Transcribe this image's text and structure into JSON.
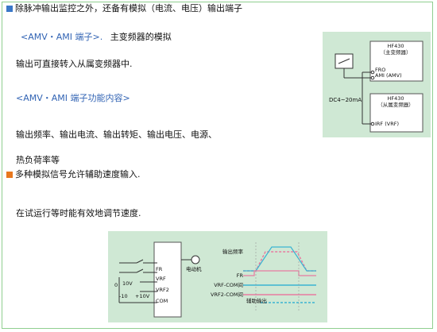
{
  "colors": {
    "bullet_blue": "#3a78c8",
    "bullet_orange": "#e8781e",
    "accent_blue": "#3264b4",
    "panel": "#cfe8d4",
    "wave_pink": "#e87aa0",
    "wave_cyan": "#3ab4d2"
  },
  "section1": {
    "heading": "除脉冲输出监控之外，还备有模拟（电流、电压）输出端子",
    "amv_link": "<AMV・AMI 端子>.",
    "amv_desc": "主变频器的模拟",
    "amv_desc2": "输出可直接转入从属变频器中.",
    "func_link": "<AMV・AMI 端子功能内容>",
    "func_desc": "输出频率、输出电流、输出转矩、输出电压、电源、",
    "func_desc2": "热负荷率等"
  },
  "section2": {
    "heading": "多种模拟信号允许辅助速度输入.",
    "desc": "在试运行等时能有效地调节速度."
  },
  "diagram1": {
    "master_model": "HF430",
    "master_label": "（主变频器）",
    "terminal_fro": "FRO",
    "terminal_ami": "AMI (AMV)",
    "slave_model": "HF430",
    "slave_label": "（从属变频器）",
    "terminal_irf": "IRF (VRF)",
    "signal_label": "DC4~20mA"
  },
  "diagram2": {
    "motor_label": "电动机",
    "term_fr": "FR",
    "term_vrf": "VRF",
    "term_vrf2": "VRF2",
    "term_com": "COM",
    "v_0": "0",
    "v_10": "10V",
    "v_m10": "-10",
    "v_p10": "+10V",
    "wave_out_freq": "输出频率",
    "wave_fr": "FR",
    "wave_vrf": "VRF-COM间",
    "wave_vrf2": "VRF2-COM间",
    "wave_aux": "辅助输出"
  }
}
